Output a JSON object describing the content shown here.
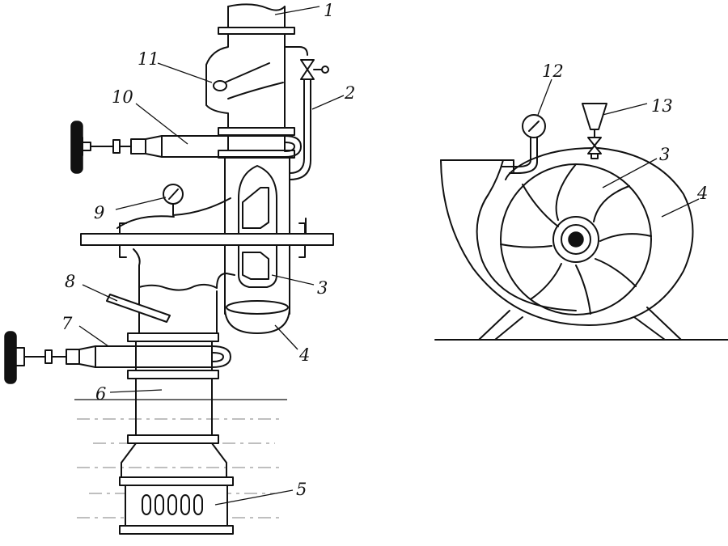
{
  "labels": {
    "l1": "1",
    "l2": "2",
    "l3": "3",
    "l4": "4",
    "l5": "5",
    "l6": "6",
    "l7": "7",
    "l8": "8",
    "l9": "9",
    "l10": "10",
    "l11": "11",
    "r12": "12",
    "r13": "13",
    "r3": "3",
    "r4": "4"
  },
  "inlet_slots": [
    "0",
    "0",
    "0",
    "0",
    "0"
  ],
  "colors": {
    "ink": "#111111",
    "water": "#999999",
    "paper": "#ffffff"
  }
}
